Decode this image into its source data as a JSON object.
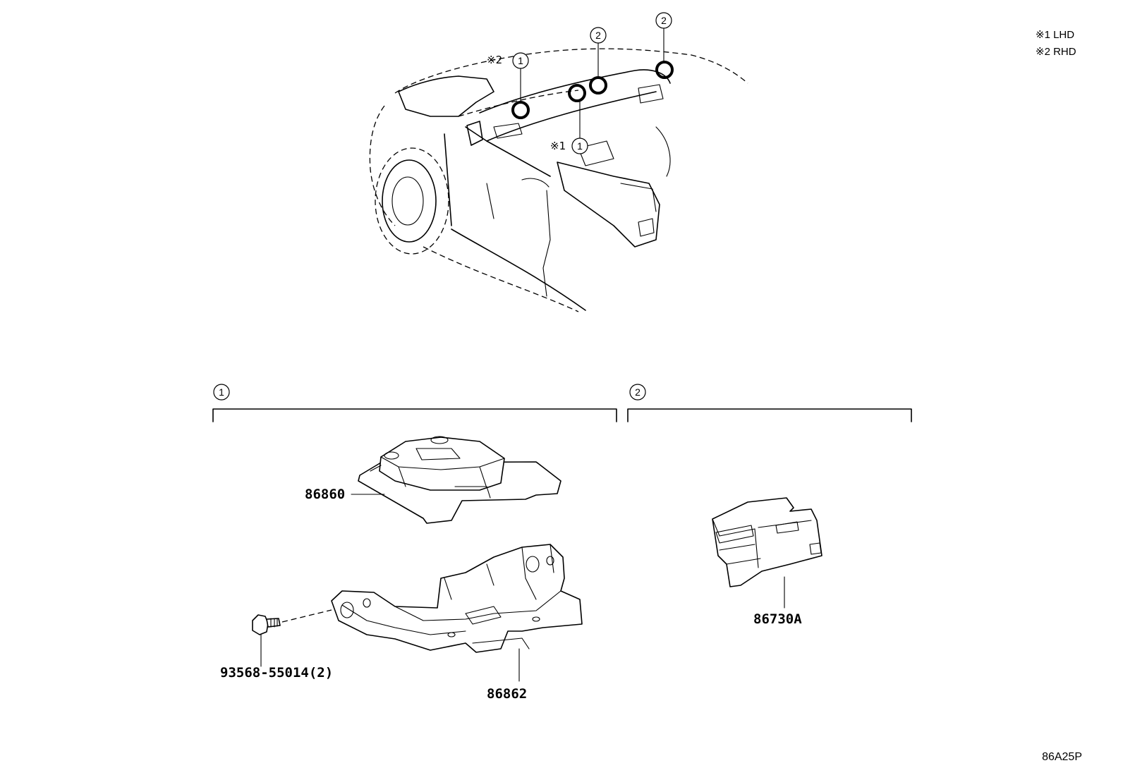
{
  "legend": {
    "note1": "※1 LHD",
    "note2": "※2 RHD"
  },
  "callouts": {
    "one": "1",
    "two": "2",
    "note_mark_1": "※1",
    "note_mark_2": "※2"
  },
  "groups": {
    "group1_label": "1",
    "group2_label": "2"
  },
  "parts": {
    "p86860": "86860",
    "p86862": "86862",
    "p93568": "93568-55014(2)",
    "p86730A": "86730A"
  },
  "reference_code": "86A25P"
}
